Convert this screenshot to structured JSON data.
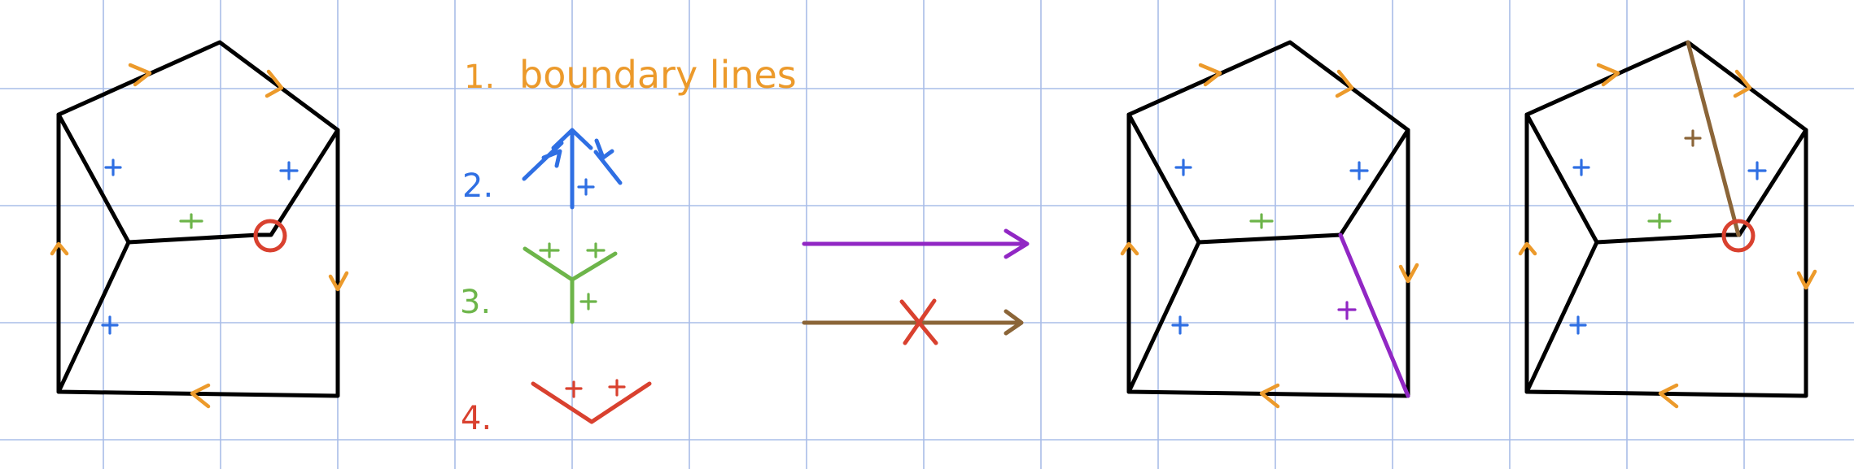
{
  "colors": {
    "grid": "#a9bde8",
    "edge": "#000000",
    "orange": "#ec9a2b",
    "blue": "#2f6fe3",
    "green": "#6db54a",
    "red": "#d9412f",
    "purple": "#9127c4",
    "brown": "#8b6538"
  },
  "legend": {
    "item1_num": "1.",
    "item1_text": "boundary lines",
    "item2_num": "2.",
    "item3_num": "3.",
    "item4_num": "4."
  },
  "signs": {
    "plus": "+"
  },
  "icons": {
    "transition_allowed": "arrow-right-icon",
    "transition_forbidden": "crossed-arrow-right-icon",
    "invalid_vertex_marker": "circle-icon"
  }
}
